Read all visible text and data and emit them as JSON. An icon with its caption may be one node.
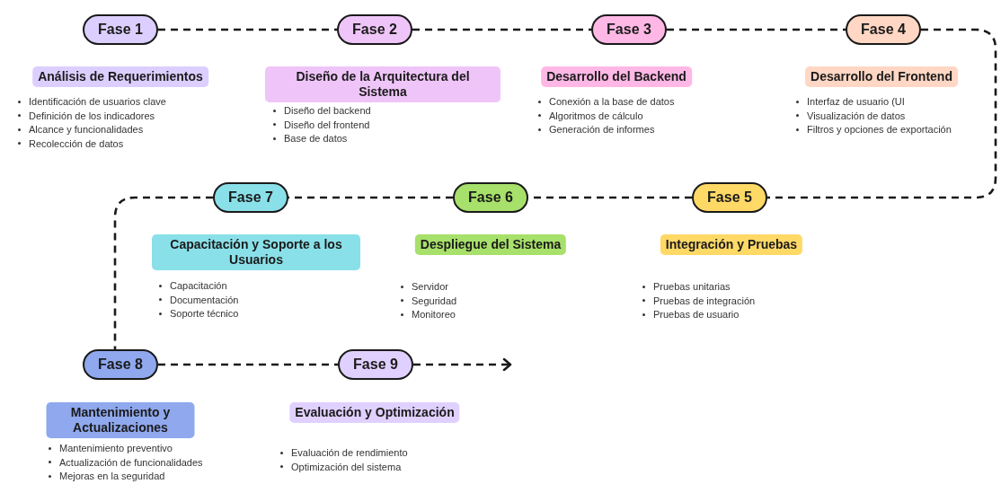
{
  "diagram": {
    "nodes": [
      {
        "text": [
          "Fase 1"
        ]
      },
      {
        "text": [
          "Fase 2"
        ]
      },
      {
        "text": [
          "Fase 3"
        ]
      },
      {
        "text": [
          "Fase 4"
        ]
      },
      {
        "text": [
          "Fase 5"
        ]
      },
      {
        "text": [
          "Fase 6"
        ]
      },
      {
        "text": [
          "Fase 7"
        ]
      },
      {
        "text": [
          "Fase 8"
        ]
      },
      {
        "text": [
          "Fase 9"
        ]
      },
      {
        "text": [
          "Análisis de Requerimientos"
        ],
        "beside": [
          "Identificación de usuarios clave",
          "Definición de los indicadores",
          "Alcance y funcionalidades",
          "Recolección de datos"
        ]
      },
      {
        "text": [
          "Diseño de la Arquitectura del Sistema"
        ],
        "beside": [
          "Diseño del backend",
          "Diseño del frontend",
          "Base de datos"
        ]
      },
      {
        "text": [
          "Desarrollo del Backend"
        ],
        "beside": [
          "Conexión a la base de datos",
          "Algoritmos de cálculo",
          "Generación de informes"
        ]
      },
      {
        "text": [
          "Desarrollo del Frontend"
        ],
        "beside": [
          "Interfaz de usuario (UI",
          "Visualización de datos",
          "Filtros y opciones de exportación"
        ]
      },
      {
        "text": [
          "Integración y Pruebas"
        ],
        "beside": [
          "Pruebas unitarias",
          "Pruebas de integración",
          "Pruebas de usuario"
        ]
      },
      {
        "text": [
          "Despliegue del Sistema"
        ],
        "beside": [
          "Servidor",
          "Seguridad",
          "Monitoreo"
        ]
      },
      {
        "text": [
          "Capacitación y Soporte a los Usuarios"
        ],
        "beside": [
          "Capacitación",
          "Documentación",
          "Soporte técnico"
        ]
      },
      {
        "text": [
          "Mantenimiento y Actualizaciones"
        ],
        "beside": [
          "Mantenimiento preventivo",
          "Actualización de funcionalidades",
          "Mejoras en la seguridad"
        ]
      },
      {
        "text": [
          "Evaluación y Optimización"
        ],
        "beside": [
          "Evaluación de rendimiento",
          "Optimización del sistema"
        ]
      }
    ],
    "edges": [
      {
        "from": 0,
        "to": 1,
        "arrow": "none"
      },
      {
        "from": 1,
        "to": 2,
        "arrow": "none"
      },
      {
        "from": 2,
        "to": 3,
        "arrow": "none"
      },
      {
        "from": 3,
        "to": 4,
        "arrow": "none"
      },
      {
        "from": 4,
        "to": 5,
        "arrow": "none"
      },
      {
        "from": 5,
        "to": 6,
        "arrow": "none"
      },
      {
        "from": 6,
        "to": 7,
        "arrow": "none"
      },
      {
        "from": 7,
        "to": 8,
        "arrow": "none"
      },
      {
        "from": 8,
        "to": null,
        "arrow": "to"
      }
    ]
  }
}
